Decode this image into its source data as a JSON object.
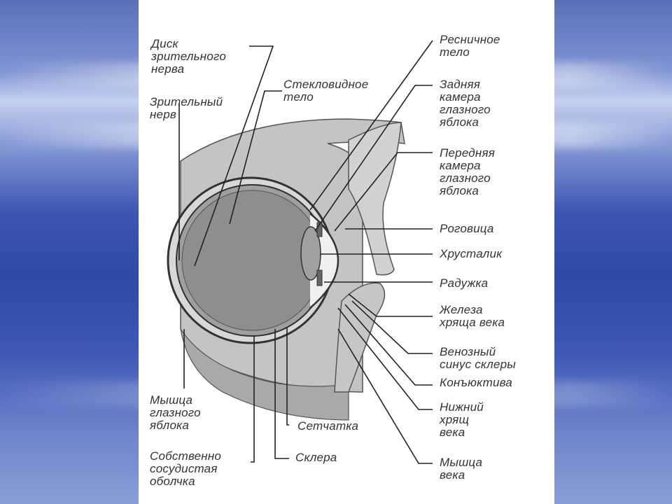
{
  "labels": {
    "disk": [
      "Диск",
      "зрительного",
      "нерва"
    ],
    "nerve": [
      "Зрительный",
      "нерв"
    ],
    "vitreous": [
      "Стекловидное",
      "тело"
    ],
    "ciliary": [
      "Ресничное",
      "тело"
    ],
    "posterior_chamber": [
      "Задняя",
      "камера",
      "глазного",
      "яблока"
    ],
    "anterior_chamber": [
      "Передняя",
      "камера",
      "глазного",
      "яблока"
    ],
    "cornea": [
      "Роговица"
    ],
    "lens": [
      "Хрусталик"
    ],
    "iris": [
      "Радужка"
    ],
    "gland": [
      "Железа",
      "хряща века"
    ],
    "sinus": [
      "Венозный",
      "синус склеры"
    ],
    "conjunctiva": [
      "Конъюктива"
    ],
    "lower_cartilage": [
      "Нижний",
      "хрящ",
      "века"
    ],
    "eyelid_muscle": [
      "Мышца",
      "века"
    ],
    "eyeball_muscle": [
      "Мышца",
      "глазного",
      "яблока"
    ],
    "retina": [
      "Сетчатка"
    ],
    "choroid": [
      "Собственно",
      "сосудистая",
      "оболчка"
    ],
    "sclera": [
      "Склера"
    ]
  },
  "colors": {
    "background": "#3e56b2",
    "panel": "#ffffff",
    "ink": "#333333",
    "tissue": "#bcbcbc",
    "vitreous": "#8e8e8e"
  }
}
